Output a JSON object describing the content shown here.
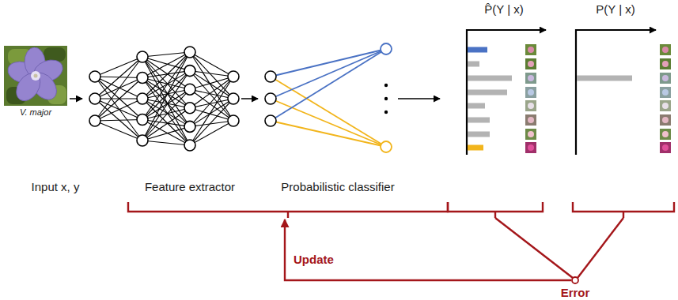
{
  "diagram": {
    "nodes": [
      {
        "text": [
          "Error"
        ]
      }
    ],
    "labels": [
      "V. major",
      "Input x, y",
      "Feature extractor",
      "Probabilistic classifier",
      "P̂(Y | x)",
      "P(Y | x)",
      "Update"
    ]
  }
}
